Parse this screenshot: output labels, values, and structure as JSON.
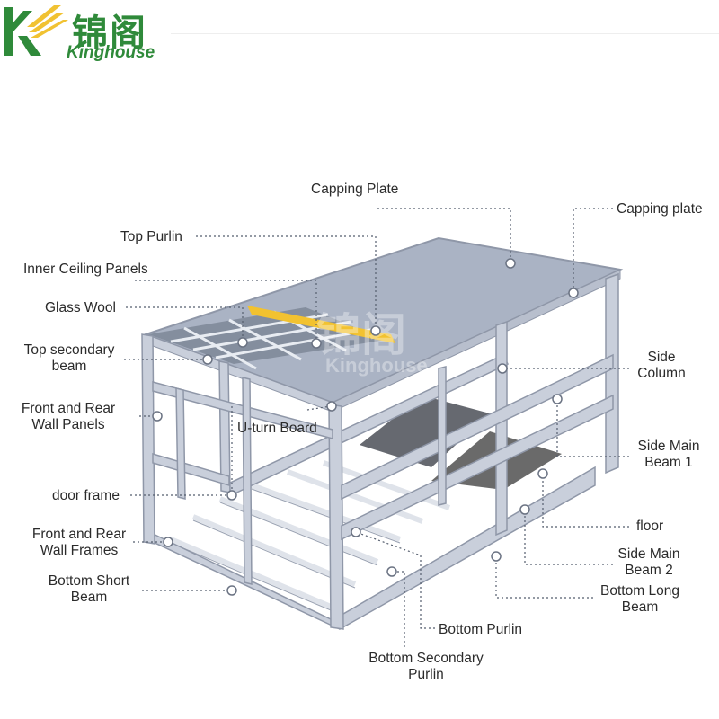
{
  "brand": {
    "name_cn": "锦阁",
    "name_en": "Kinghouse",
    "color": "#2f8a3a"
  },
  "watermark": {
    "name_cn": "锦阁",
    "name_en": "Kinghouse"
  },
  "colors": {
    "frame": "#c9cfdb",
    "frame_edge": "#8f97a8",
    "roof": "#aab3c4",
    "floor_panel": "#5a5a5a",
    "glass_wool": "#f2c230",
    "leader": "#555e6e"
  },
  "labels": {
    "capping_plate_top": "Capping Plate",
    "capping_plate_right": "Capping plate",
    "top_purlin": "Top Purlin",
    "inner_ceiling_panels": "Inner Ceiling Panels",
    "glass_wool": "Glass Wool",
    "top_secondary_beam": "Top secondary\nbeam",
    "front_rear_wall_panels": "Front and Rear\nWall Panels",
    "u_turn_board": "U-turn Board",
    "door_frame": "door frame",
    "front_rear_wall_frames": "Front and Rear\nWall Frames",
    "bottom_short_beam": "Bottom Short\nBeam",
    "side_column": "Side\nColumn",
    "side_main_beam_1": "Side Main\nBeam 1",
    "floor": "floor",
    "side_main_beam_2": "Side Main\nBeam 2",
    "bottom_long_beam": "Bottom Long\nBeam",
    "bottom_purlin": "Bottom Purlin",
    "bottom_secondary_purlin": "Bottom Secondary\nPurlin"
  }
}
